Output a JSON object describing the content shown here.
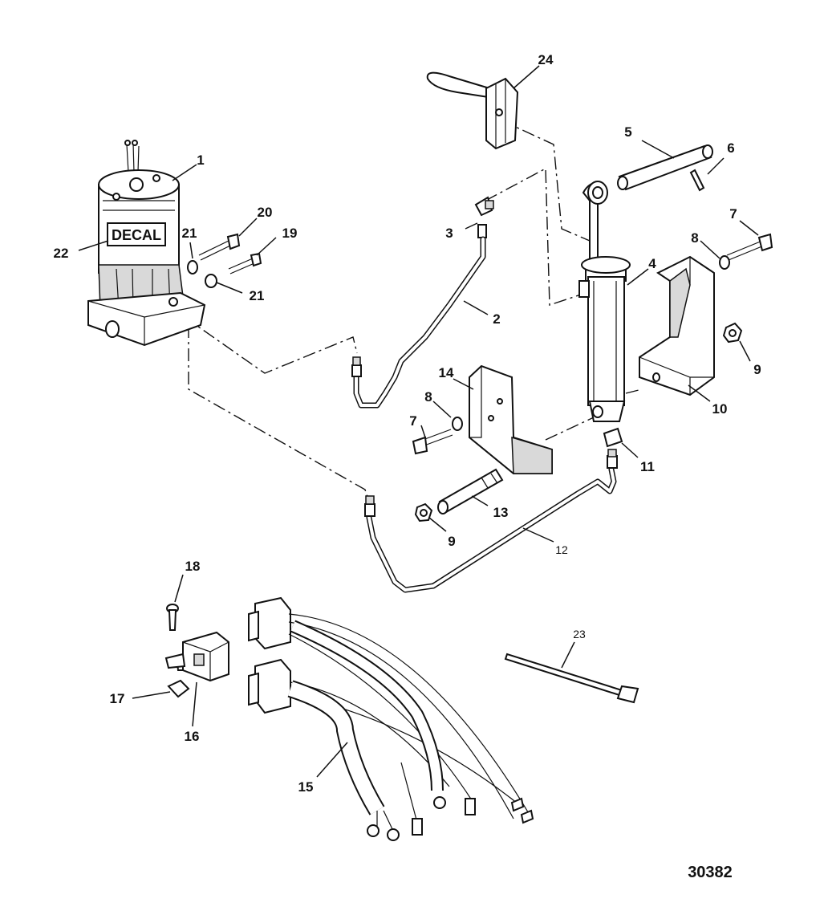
{
  "diagram": {
    "figure_number": "30382",
    "decal_text": "DECAL",
    "callouts": {
      "c1": "1",
      "c2": "2",
      "c3": "3",
      "c4": "4",
      "c5": "5",
      "c6": "6",
      "c7a": "7",
      "c7b": "7",
      "c8a": "8",
      "c8b": "8",
      "c9a": "9",
      "c9b": "9",
      "c10": "10",
      "c11": "11",
      "c12": "12",
      "c13": "13",
      "c14": "14",
      "c15": "15",
      "c16": "16",
      "c17": "17",
      "c18": "18",
      "c19": "19",
      "c20": "20",
      "c21a": "21",
      "c21b": "21",
      "c22": "22",
      "c23": "23",
      "c24": "24"
    }
  }
}
